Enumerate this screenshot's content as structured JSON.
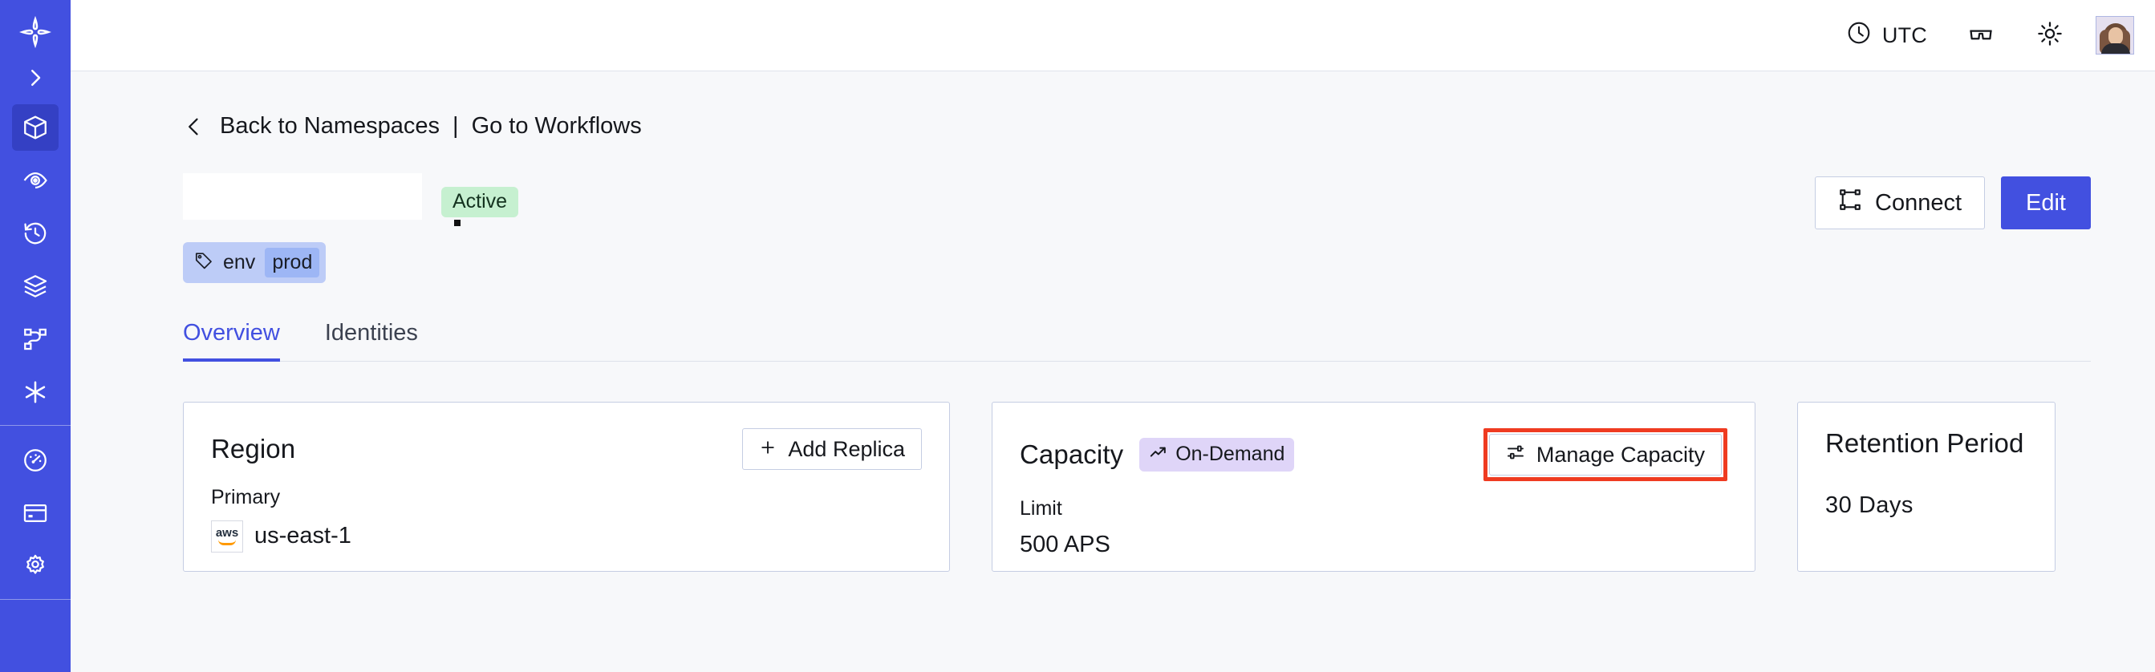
{
  "sidebar": {
    "logo_icon": "temporal-logo-icon",
    "expand_icon": "chevron-right-icon",
    "items": [
      {
        "name": "namespaces",
        "icon": "cube-icon",
        "active": true
      },
      {
        "name": "observability",
        "icon": "eye-spiral-icon",
        "active": false
      },
      {
        "name": "history",
        "icon": "clock-rewind-icon",
        "active": false
      },
      {
        "name": "schedules",
        "icon": "layers-icon",
        "active": false
      },
      {
        "name": "workflows",
        "icon": "sitemap-icon",
        "active": false
      },
      {
        "name": "integrations",
        "icon": "asterisk-icon",
        "active": false
      },
      {
        "name": "usage",
        "icon": "gauge-icon",
        "active": false
      },
      {
        "name": "billing",
        "icon": "credit-card-icon",
        "active": false
      },
      {
        "name": "settings",
        "icon": "gear-icon",
        "active": false
      }
    ]
  },
  "topbar": {
    "timezone_label": "UTC",
    "clock_icon": "clock-icon",
    "glasses_icon": "glasses-icon",
    "theme_icon": "sun-icon",
    "avatar_icon": "user-avatar"
  },
  "breadcrumb": {
    "back_icon": "chevron-left-icon",
    "back_label": "Back to Namespaces",
    "separator": "|",
    "link_label": "Go to Workflows"
  },
  "header": {
    "namespace_name": "",
    "status_badge": "Active",
    "tag": {
      "icon": "tag-icon",
      "key": "env",
      "value": "prod"
    },
    "connect_button": {
      "label": "Connect",
      "icon": "connect-icon"
    },
    "edit_button": {
      "label": "Edit"
    }
  },
  "tabs": [
    {
      "label": "Overview",
      "selected": true
    },
    {
      "label": "Identities",
      "selected": false
    }
  ],
  "cards": {
    "region": {
      "title": "Region",
      "action": {
        "label": "Add Replica",
        "icon": "plus-icon"
      },
      "primary_label": "Primary",
      "primary_value": "us-east-1",
      "provider_icon": "aws-logo",
      "provider_text": "aws"
    },
    "capacity": {
      "title": "Capacity",
      "badge": {
        "label": "On-Demand",
        "icon": "trending-up-icon"
      },
      "action": {
        "label": "Manage Capacity",
        "icon": "sliders-icon",
        "highlighted": true
      },
      "limit_label": "Limit",
      "limit_value": "500 APS"
    },
    "retention": {
      "title": "Retention Period",
      "value": "30 Days"
    }
  },
  "colors": {
    "brand": "#4250e0",
    "sidebar_active": "#3440c4",
    "background": "#f7f8fa",
    "card_border": "#c5cde3",
    "badge_active_bg": "#c6f0d0",
    "badge_ondemand_bg": "#dfd5f8",
    "tag_bg": "#bdccf7",
    "tag_value_bg": "#9db6f5",
    "highlight": "#ef3b21"
  }
}
